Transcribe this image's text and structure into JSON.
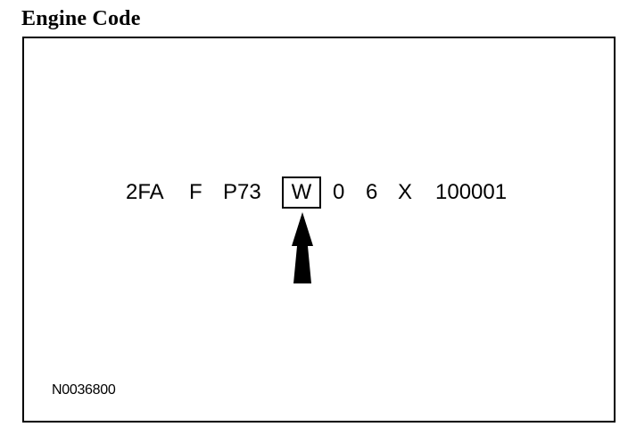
{
  "title": "Engine Code",
  "code_segments": [
    "2FA",
    "F",
    "P73",
    "W",
    "0",
    "6",
    "X",
    "100001"
  ],
  "highlighted_segment": "W",
  "reference_number": "N0036800",
  "colors": {
    "ink": "#000000",
    "background": "#ffffff"
  },
  "icons": {
    "pointer": "up-arrow-icon"
  }
}
